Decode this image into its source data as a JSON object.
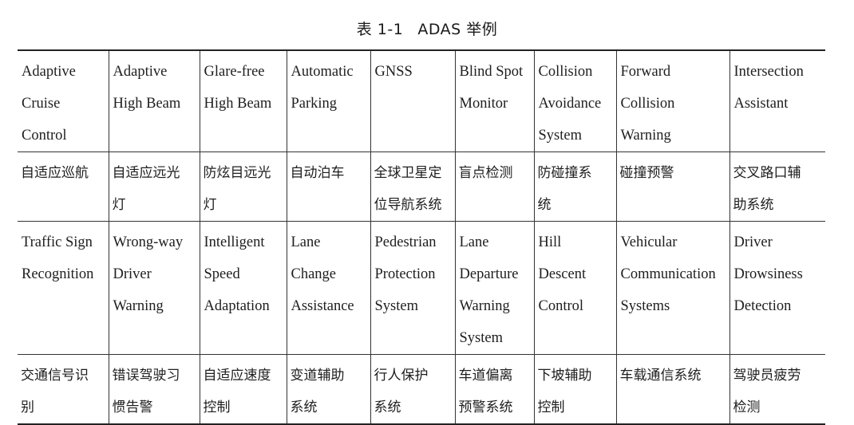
{
  "caption": {
    "number": "表 1-1",
    "title": "ADAS 举例"
  },
  "table": {
    "rows": [
      {
        "kind": "en",
        "cells": [
          [
            "Adaptive",
            "Cruise",
            "Control"
          ],
          [
            "Adaptive",
            "High Beam"
          ],
          [
            "Glare-free",
            "High Beam"
          ],
          [
            "Automatic",
            "Parking"
          ],
          [
            "GNSS"
          ],
          [
            "Blind Spot",
            "Monitor"
          ],
          [
            "Collision",
            "Avoidance",
            "System"
          ],
          [
            "Forward",
            "Collision",
            "Warning"
          ],
          [
            "Intersection",
            "Assistant"
          ]
        ]
      },
      {
        "kind": "zh",
        "cells": [
          [
            "自适应巡航"
          ],
          [
            "自适应远光",
            "灯"
          ],
          [
            "防炫目远光",
            "灯"
          ],
          [
            "自动泊车"
          ],
          [
            "全球卫星定",
            "位导航系统"
          ],
          [
            "盲点检测"
          ],
          [
            "防碰撞系",
            "统"
          ],
          [
            "碰撞预警"
          ],
          [
            "交叉路口辅",
            "助系统"
          ]
        ]
      },
      {
        "kind": "en",
        "cells": [
          [
            "Traffic Sign",
            "Recognition"
          ],
          [
            "Wrong-way",
            "Driver",
            "Warning"
          ],
          [
            "Intelligent",
            "Speed",
            "Adaptation"
          ],
          [
            "Lane",
            "Change",
            "Assistance"
          ],
          [
            "Pedestrian",
            "Protection",
            "System"
          ],
          [
            "Lane",
            "Departure",
            "Warning",
            "System"
          ],
          [
            "Hill",
            "Descent",
            "Control"
          ],
          [
            "Vehicular",
            "Communication",
            "Systems"
          ],
          [
            "Driver",
            "Drowsiness",
            "Detection"
          ]
        ]
      },
      {
        "kind": "zh",
        "cells": [
          [
            "交通信号识",
            "别"
          ],
          [
            "错误驾驶习",
            "惯告警"
          ],
          [
            "自适应速度",
            "控制"
          ],
          [
            "变道辅助",
            "系统"
          ],
          [
            "行人保护",
            "系统"
          ],
          [
            "车道偏离",
            "预警系统"
          ],
          [
            "下坡辅助",
            "控制"
          ],
          [
            "车载通信系统"
          ],
          [
            "驾驶员疲劳",
            "检测"
          ]
        ]
      }
    ]
  }
}
